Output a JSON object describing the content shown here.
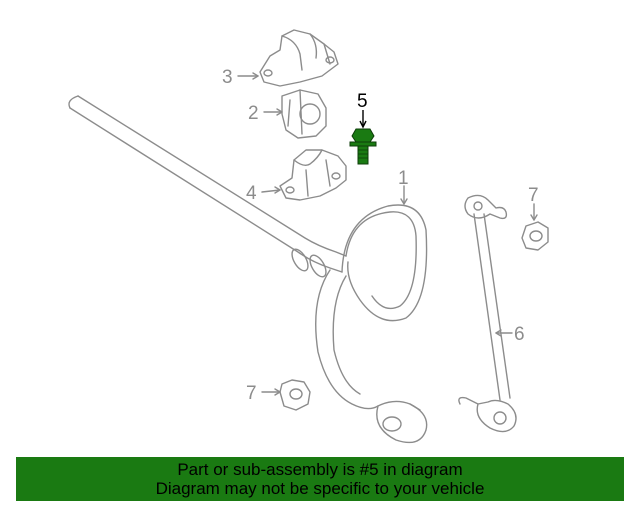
{
  "diagram": {
    "callouts": [
      {
        "id": "1",
        "label": "1",
        "highlighted": false
      },
      {
        "id": "2",
        "label": "2",
        "highlighted": false
      },
      {
        "id": "3",
        "label": "3",
        "highlighted": false
      },
      {
        "id": "4",
        "label": "4",
        "highlighted": false
      },
      {
        "id": "5",
        "label": "5",
        "highlighted": true
      },
      {
        "id": "6",
        "label": "6",
        "highlighted": false
      },
      {
        "id": "7a",
        "label": "7",
        "highlighted": false
      },
      {
        "id": "7b",
        "label": "7",
        "highlighted": false
      }
    ],
    "colors": {
      "line": "#8c8c8c",
      "highlight_part": "#1a7a12",
      "highlight_text": "#000000"
    }
  },
  "banner": {
    "line1": "Part or sub-assembly is #5 in diagram",
    "line2": "Diagram may not be specific to your vehicle",
    "background": "#1a7a12"
  }
}
